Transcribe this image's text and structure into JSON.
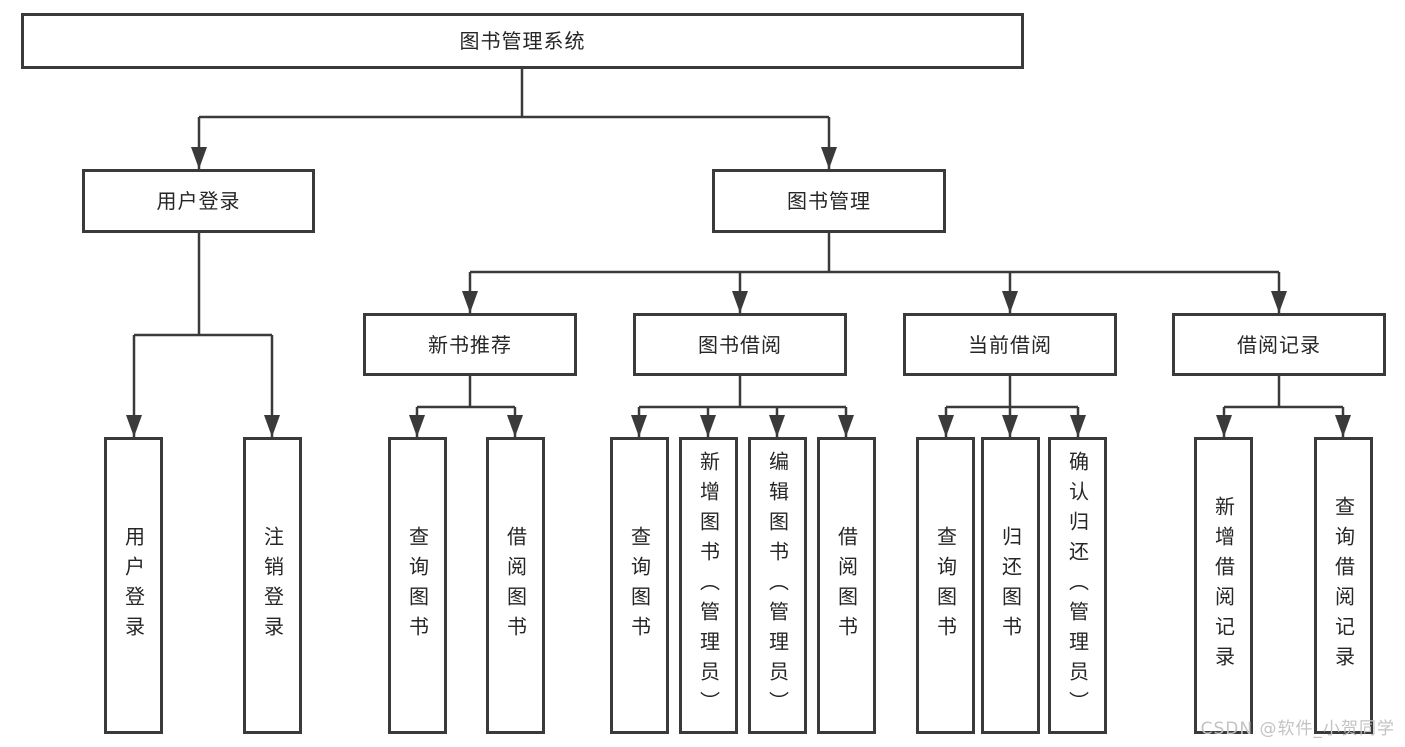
{
  "tree": {
    "root": {
      "label": "图书管理系统",
      "children": [
        {
          "label": "用户登录",
          "children": [
            {
              "label": "用户登录"
            },
            {
              "label": "注销登录"
            }
          ]
        },
        {
          "label": "图书管理",
          "children": [
            {
              "label": "新书推荐",
              "children": [
                {
                  "label": "查询图书"
                },
                {
                  "label": "借阅图书"
                }
              ]
            },
            {
              "label": "图书借阅",
              "children": [
                {
                  "label": "查询图书"
                },
                {
                  "label": "新增图书（管理员）"
                },
                {
                  "label": "编辑图书（管理员）"
                },
                {
                  "label": "借阅图书"
                }
              ]
            },
            {
              "label": "当前借阅",
              "children": [
                {
                  "label": "查询图书"
                },
                {
                  "label": "归还图书"
                },
                {
                  "label": "确认归还（管理员）"
                }
              ]
            },
            {
              "label": "借阅记录",
              "children": [
                {
                  "label": "新增借阅记录"
                },
                {
                  "label": "查询借阅记录"
                }
              ]
            }
          ]
        }
      ]
    }
  },
  "watermark": {
    "text": "CSDN @软件_小贺同学"
  },
  "colors": {
    "line": "#3a3a3a",
    "box_border": "#3a3a3a",
    "box_fill": "#ffffff",
    "text": "#262626",
    "watermark": "#c3c3c3",
    "background": "#ffffff"
  }
}
